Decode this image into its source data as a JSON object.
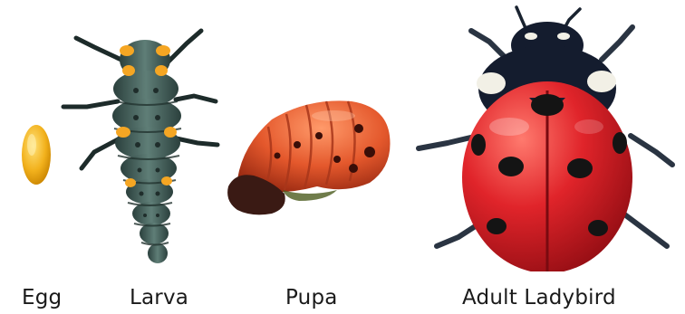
{
  "stages": [
    {
      "label": "Egg",
      "icon": "egg-icon"
    },
    {
      "label": "Larva",
      "icon": "larva-icon"
    },
    {
      "label": "Pupa",
      "icon": "pupa-icon"
    },
    {
      "label": "Adult Ladybird",
      "icon": "adult-ladybird-icon"
    }
  ],
  "colors": {
    "egg": "#f2b11c",
    "larva_body": "#3f5a55",
    "larva_spots": "#f5a623",
    "pupa": "#e4582c",
    "adult_shell": "#e0242a",
    "adult_head": "#141c2e",
    "spots": "#141414"
  }
}
